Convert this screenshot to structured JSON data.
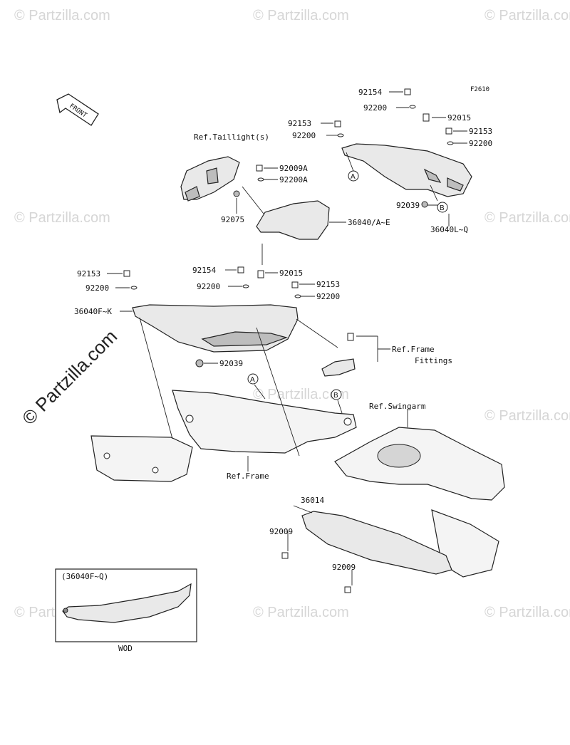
{
  "figure_code": "F2610",
  "front_label": "FRONT",
  "watermark": "© Partzilla.com",
  "inset": {
    "title": "(36040F~Q)",
    "caption": "WOD"
  },
  "labels": {
    "p92154_top": "92154",
    "p92200_top": "92200",
    "p92015_top": "92015",
    "p92153_a": "92153",
    "p92200_a": "92200",
    "p92153_b": "92153",
    "p92200_b": "92200",
    "ref_taillight": "Ref.Taillight(s)",
    "p92009a": "92009A",
    "p92200a": "92200A",
    "p92075": "92075",
    "p36040_ae": "36040/A~E",
    "p92039_top": "92039",
    "p36040_lq": "36040L~Q",
    "p92153_left": "92153",
    "p92200_left": "92200",
    "p36040_fk": "36040F~K",
    "p92154_mid": "92154",
    "p92015_mid": "92015",
    "p92200_mid": "92200",
    "p92153_mid": "92153",
    "p92200_mid2": "92200",
    "ref_frame_fittings_1": "Ref.Frame",
    "ref_frame_fittings_2": "Fittings",
    "p92039_mid": "92039",
    "ref_swingarm": "Ref.Swingarm",
    "ref_frame": "Ref.Frame",
    "p36014": "36014",
    "p92009_a": "92009",
    "p92009_b": "92009"
  },
  "markers": {
    "a": "A",
    "b": "B"
  }
}
